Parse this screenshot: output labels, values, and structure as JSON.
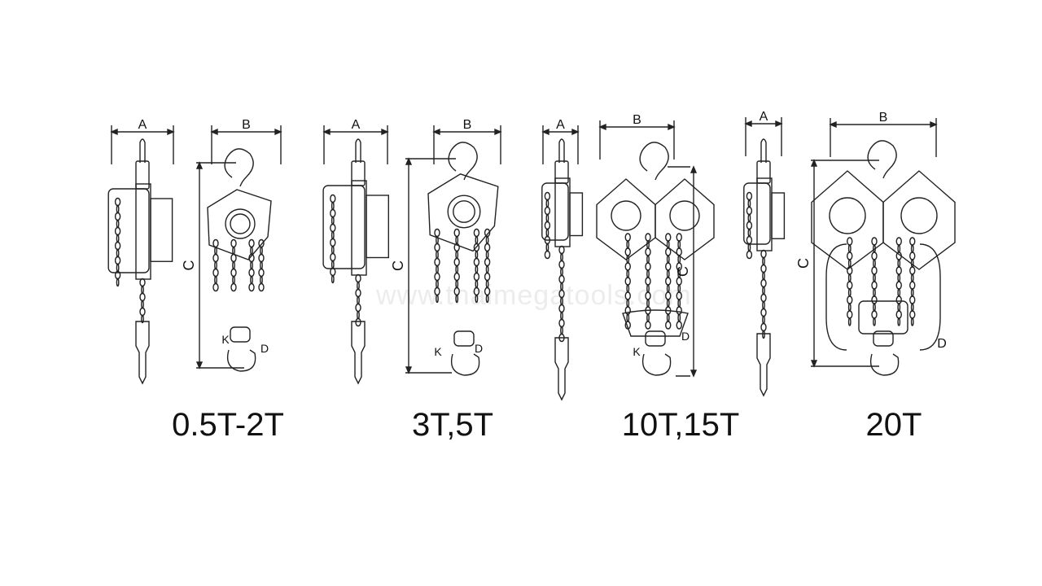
{
  "watermark": "www.thaimegatools.com",
  "dimension_labels": {
    "a": "A",
    "b": "B",
    "c": "C",
    "k": "K",
    "d": "D"
  },
  "models": [
    {
      "capacity": "0.5T-2T",
      "has_k": true
    },
    {
      "capacity": "3T,5T",
      "has_k": true
    },
    {
      "capacity": "10T,15T",
      "has_k": true
    },
    {
      "capacity": "20T",
      "has_k": false
    }
  ]
}
